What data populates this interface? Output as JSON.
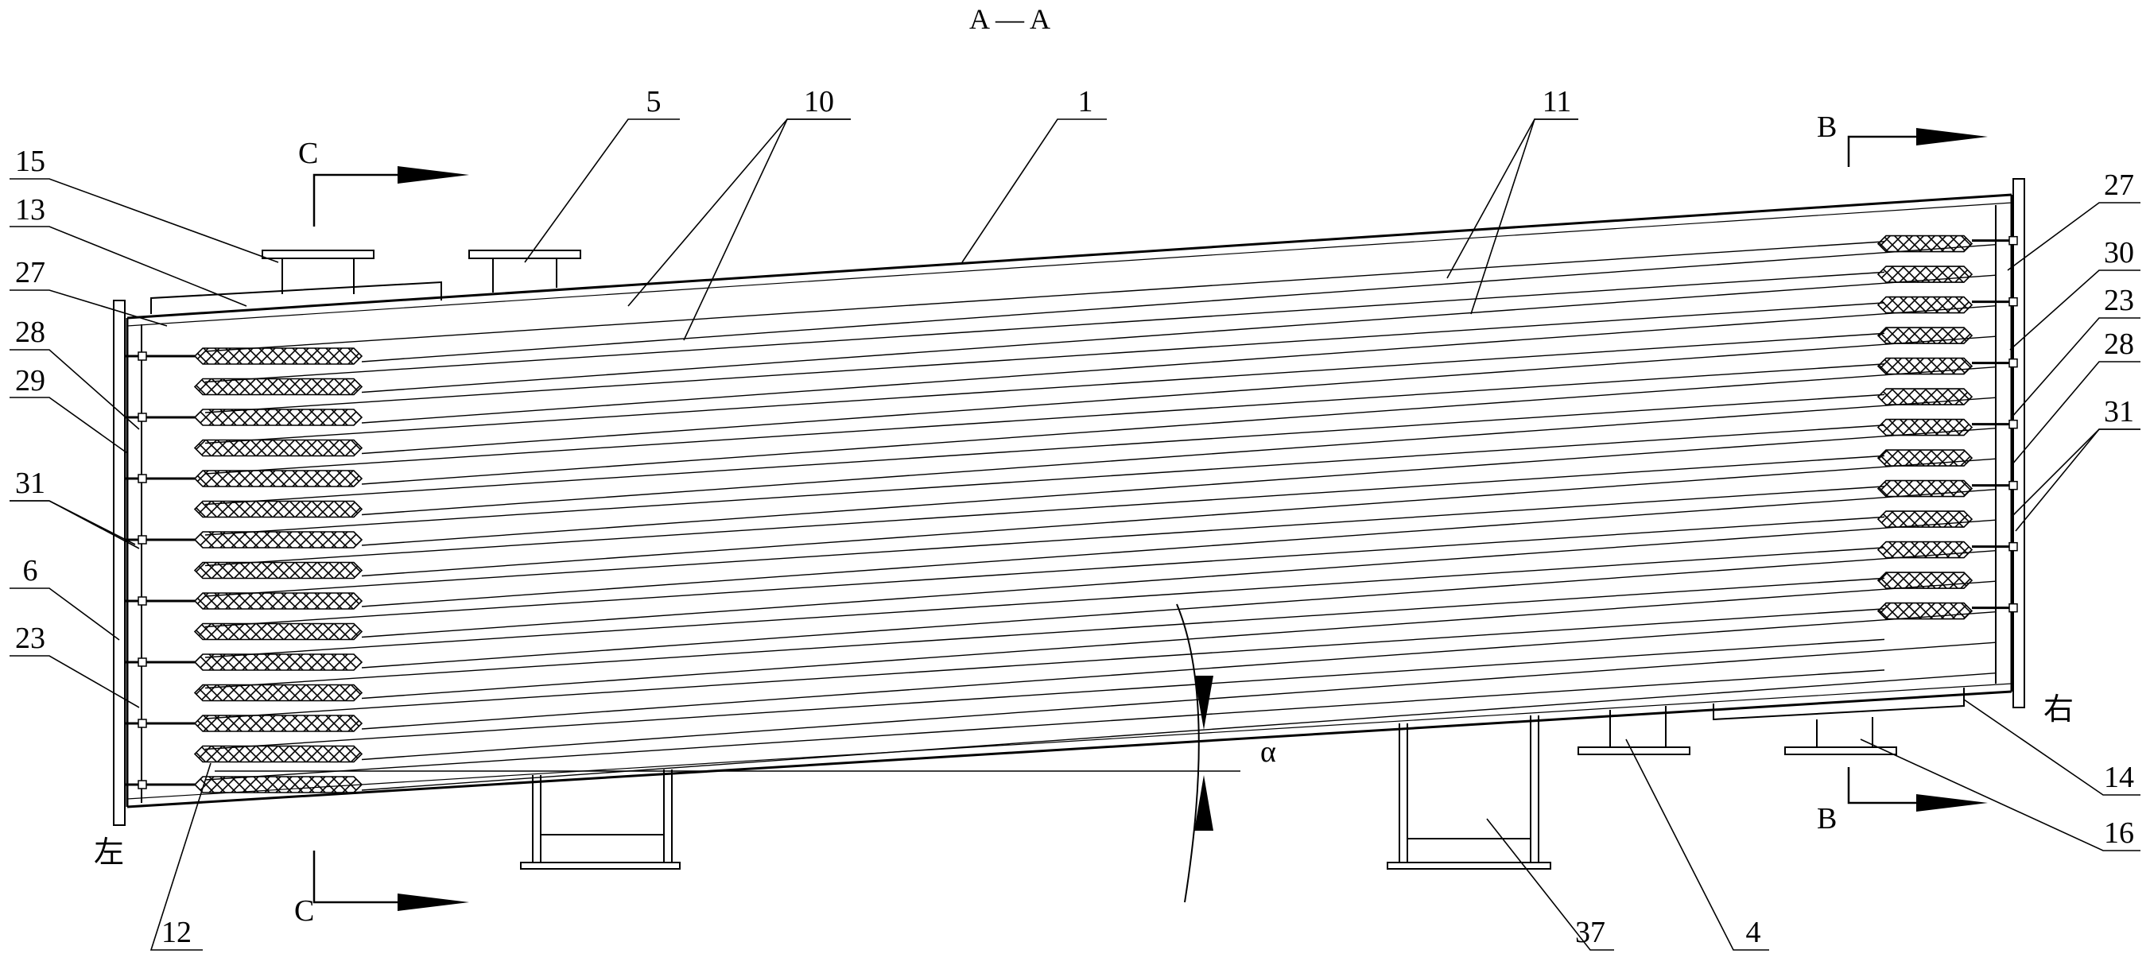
{
  "drawing": {
    "section_title": "A — A",
    "part_labels": {
      "l1": "1",
      "l5": "5",
      "l10": "10",
      "l11": "11",
      "l15": "15",
      "l13": "13",
      "l27a": "27",
      "l28a": "28",
      "l29": "29",
      "l31a": "31",
      "l6": "6",
      "l23a": "23",
      "l12": "12",
      "l37": "37",
      "l4": "4",
      "l16": "16",
      "l14": "14",
      "l27b": "27",
      "l30": "30",
      "l23b": "23",
      "l28b": "28",
      "l31b": "31"
    },
    "section_marks": {
      "c_top": "C",
      "c_bottom": "C",
      "b_top": "B",
      "b_bottom": "B"
    },
    "side_labels": {
      "left": "左",
      "right": "右"
    },
    "angle_label": "α",
    "tube_count": 15
  }
}
